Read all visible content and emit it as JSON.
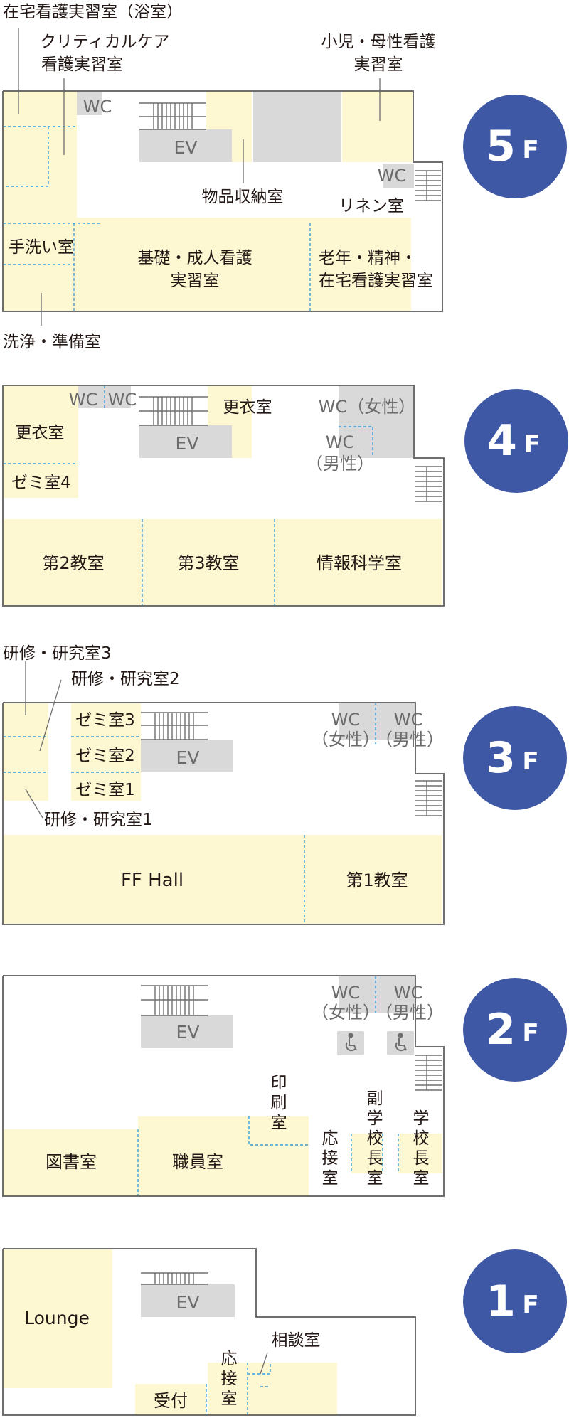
{
  "floors": [
    {
      "id": "5F",
      "badge": {
        "number": "5",
        "suffix": "F"
      },
      "rooms": {
        "home_nursing_bath": "在宅看護実習室（浴室）",
        "critical_care_1": "クリティカルケア",
        "critical_care_2": "看護実習室",
        "pediatric_1": "小児・母性看護",
        "pediatric_2": "実習室",
        "wc_a": "WC",
        "ev": "EV",
        "storage": "物品収納室",
        "wc_b": "WC",
        "linen": "リネン室",
        "handwash": "手洗い室",
        "basic_adult_1": "基礎・成人看護",
        "basic_adult_2": "実習室",
        "geriatric_1": "老年・精神・",
        "geriatric_2": "在宅看護実習室",
        "washing": "洗浄・準備室"
      }
    },
    {
      "id": "4F",
      "badge": {
        "number": "4",
        "suffix": "F"
      },
      "rooms": {
        "wc_a": "WC",
        "wc_b": "WC",
        "locker_a": "更衣室",
        "wc_female": "WC（女性）",
        "locker_b": "更衣室",
        "ev": "EV",
        "wc_male_1": "WC",
        "wc_male_2": "（男性）",
        "seminar4": "ゼミ室4",
        "class2": "第2教室",
        "class3": "第3教室",
        "info_sci": "情報科学室"
      }
    },
    {
      "id": "3F",
      "badge": {
        "number": "3",
        "suffix": "F"
      },
      "rooms": {
        "research3": "研修・研究室3",
        "research2": "研修・研究室2",
        "seminar3": "ゼミ室3",
        "seminar2": "ゼミ室2",
        "seminar1": "ゼミ室1",
        "research1": "研修・研究室1",
        "ev": "EV",
        "wc_f_1": "WC",
        "wc_f_2": "（女性）",
        "wc_m_1": "WC",
        "wc_m_2": "（男性）",
        "ff_hall": "FF Hall",
        "class1": "第1教室"
      }
    },
    {
      "id": "2F",
      "badge": {
        "number": "2",
        "suffix": "F"
      },
      "rooms": {
        "ev": "EV",
        "wc_f_1": "WC",
        "wc_f_2": "（女性）",
        "wc_m_1": "WC",
        "wc_m_2": "（男性）",
        "print": [
          "印",
          "刷",
          "室"
        ],
        "vice_principal": [
          "副",
          "学",
          "校",
          "長",
          "室"
        ],
        "principal": [
          "学",
          "校",
          "長",
          "室"
        ],
        "reception": [
          "応",
          "接",
          "室"
        ],
        "library": "図書室",
        "staff": "職員室"
      }
    },
    {
      "id": "1F",
      "badge": {
        "number": "1",
        "suffix": "F"
      },
      "rooms": {
        "lounge": "Lounge",
        "ev": "EV",
        "consultation": "相談室",
        "reception_room": [
          "応",
          "接",
          "室"
        ],
        "front_desk": "受付"
      }
    }
  ],
  "colors": {
    "room_fill": "#fdf8d2",
    "gray_fill": "#d9d9d9",
    "outline": "#6e6e6e",
    "dash": "#3aa0dc",
    "badge": "#3e58a6"
  }
}
